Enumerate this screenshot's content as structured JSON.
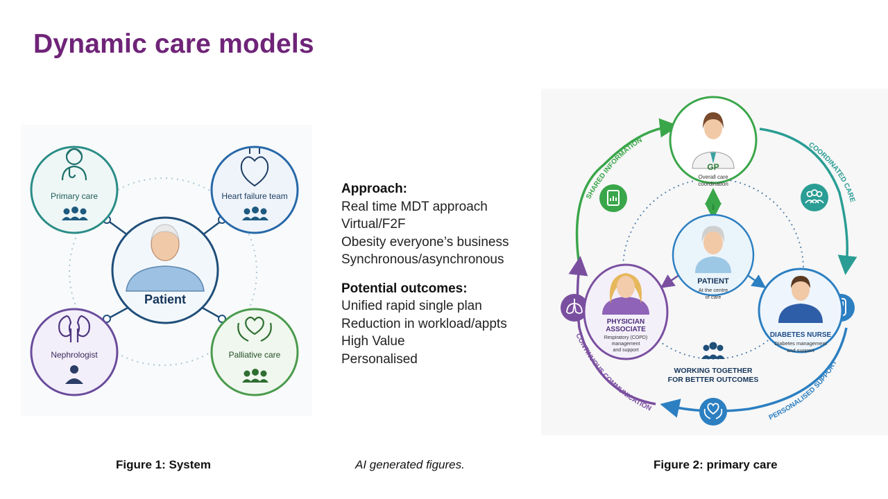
{
  "slide": {
    "title": "Dynamic care models"
  },
  "figure1": {
    "center_label": "Patient",
    "nodes": [
      {
        "label": "Primary care",
        "color": "#2a8c86"
      },
      {
        "label": "Heart failure team",
        "color": "#2768a8"
      },
      {
        "label": "Nephrologist",
        "color": "#6a4c9c"
      },
      {
        "label": "Palliative care",
        "color": "#4a9a4c"
      }
    ]
  },
  "middle": {
    "approach_heading": "Approach:",
    "approach_items": [
      "Real time MDT approach",
      "Virtual/F2F",
      "Obesity everyone’s business",
      "Synchronous/asynchronous"
    ],
    "outcomes_heading": "Potential outcomes:",
    "outcomes_items": [
      "Unified rapid single plan",
      "Reduction in workload/appts",
      "High Value",
      "Personalised"
    ]
  },
  "figure2": {
    "gp": {
      "title": "GP",
      "sub1": "Overall care",
      "sub2": "coordination"
    },
    "patient": {
      "title": "PATIENT",
      "sub1": "At the centre",
      "sub2": "of care"
    },
    "physician": {
      "title1": "PHYSICIAN",
      "title2": "ASSOCIATE",
      "sub1": "Respiratory (COPD)",
      "sub2": "management",
      "sub3": "and support"
    },
    "nurse": {
      "title": "DIABETES NURSE",
      "sub1": "Diabetes management",
      "sub2": "and support"
    },
    "working_together_1": "WORKING TOGETHER",
    "working_together_2": "FOR BETTER OUTCOMES",
    "arc_labels": {
      "shared": "SHARED INFORMATION",
      "coordinated": "COORDINATED CARE",
      "personalised": "PERSONALISED SUPPORT",
      "continuous": "CONTINUOUS COMMUNICATION"
    },
    "colors": {
      "green": "#3aa64a",
      "teal": "#2a9d94",
      "blue": "#2c7fc1",
      "purple": "#7a4fa0"
    }
  },
  "captions": {
    "figure1": "Figure 1: System",
    "middle": "AI generated figures.",
    "figure2": "Figure 2: primary care"
  }
}
